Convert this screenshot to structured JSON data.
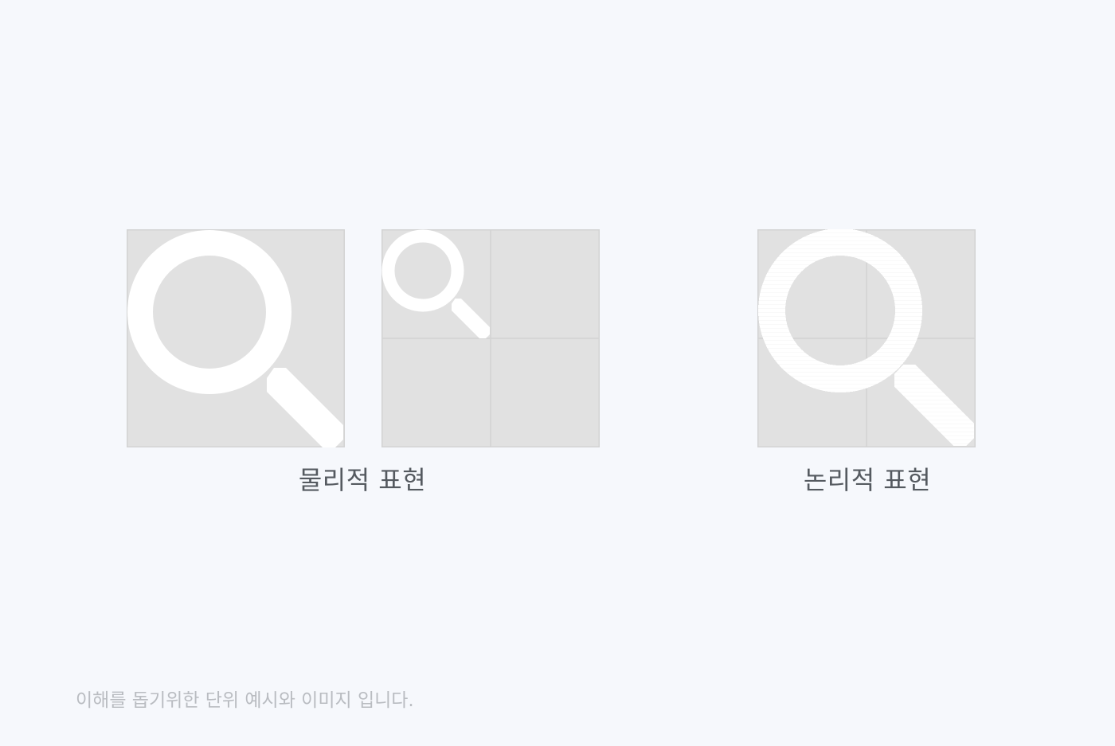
{
  "labels": {
    "physical": "물리적 표현",
    "logical": "논리적 표현"
  },
  "footnote": "이해를 돕기위한 단위 예시와 이미지 입니다.",
  "icons": {
    "physical_single": "magnifier-icon",
    "physical_grid": "magnifier-icon",
    "logical": "magnifier-icon"
  },
  "colors": {
    "background": "#f6f8fc",
    "tile": "#e1e1e1",
    "tile_border": "#d3d3d3",
    "icon": "#ffffff"
  }
}
